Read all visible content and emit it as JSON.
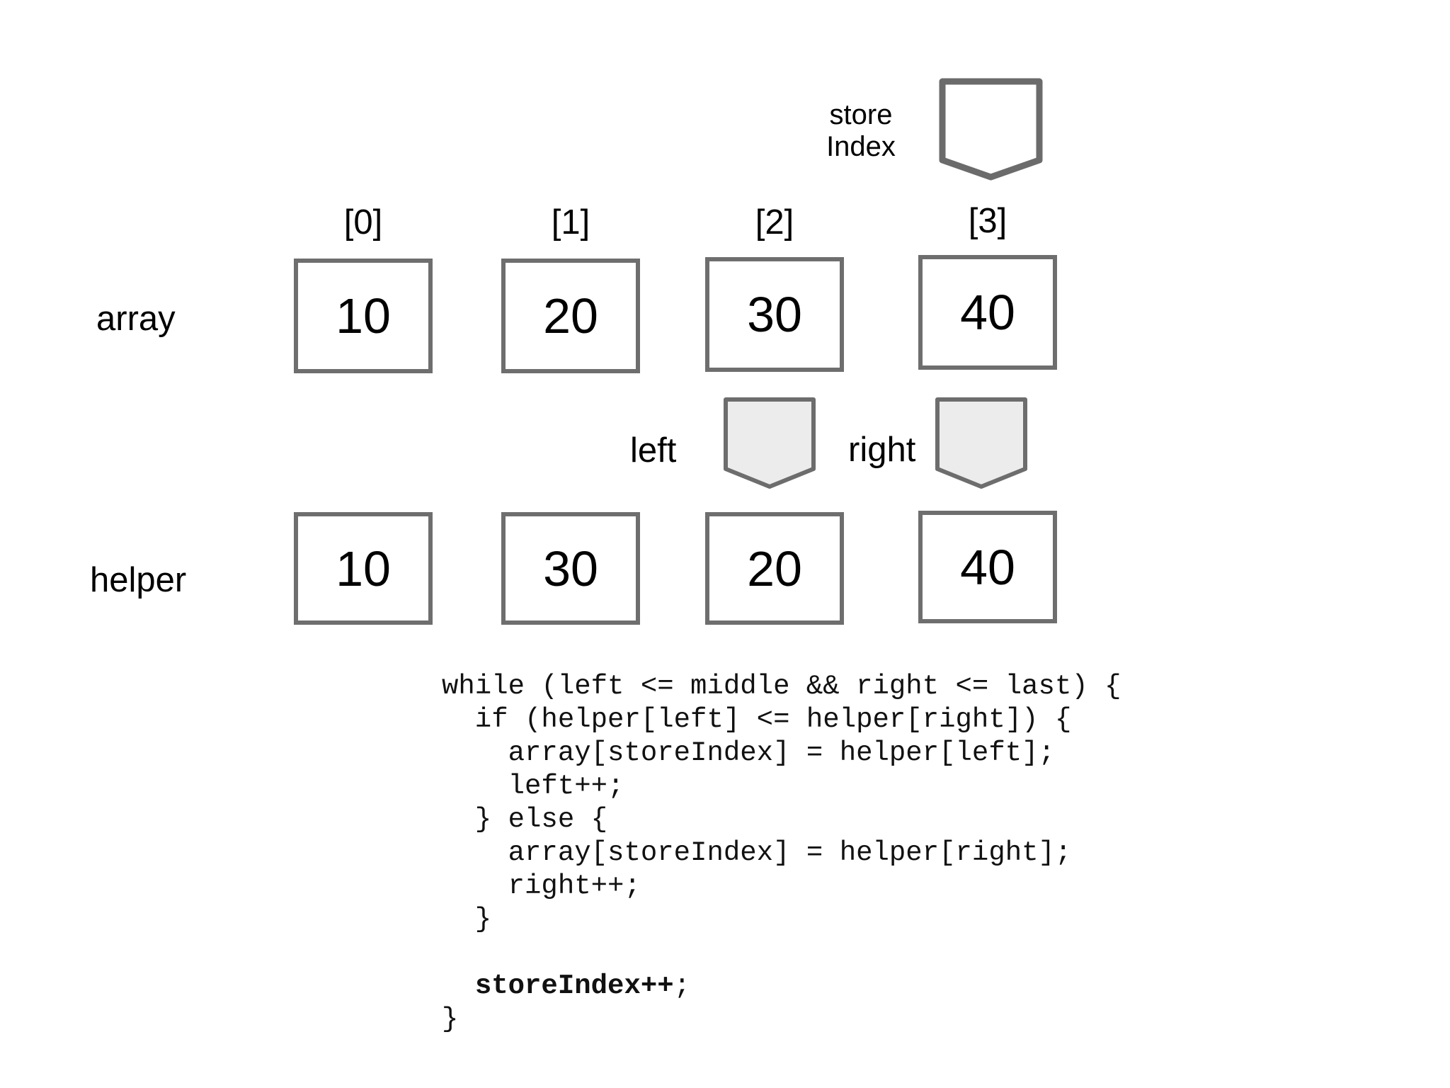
{
  "pointers": {
    "store_index": {
      "line1": "store",
      "line2": "Index"
    },
    "left_label": "left",
    "right_label": "right"
  },
  "index_labels": [
    "[0]",
    "[1]",
    "[2]",
    "[3]"
  ],
  "rows": {
    "array": {
      "label": "array",
      "values": [
        "10",
        "20",
        "30",
        "40"
      ]
    },
    "helper": {
      "label": "helper",
      "values": [
        "10",
        "30",
        "20",
        "40"
      ]
    }
  },
  "code": {
    "lines": [
      "while (left <= middle && right <= last) {",
      "  if (helper[left] <= helper[right]) {",
      "    array[storeIndex] = helper[left];",
      "    left++;",
      "  } else {",
      "    array[storeIndex] = helper[right];",
      "    right++;",
      "  }",
      ""
    ],
    "highlight": {
      "indent": "  ",
      "bold": "storeIndex++",
      "suffix": ";"
    },
    "closing_brace": "}"
  },
  "colors": {
    "background": "#ffffff",
    "box_border": "#6e6e6e",
    "store_pointer_stroke": "#6b6b6b",
    "store_pointer_fill": "#ffffff",
    "lr_pointer_stroke": "#6d6d6d",
    "lr_pointer_fill": "#ececec",
    "text": "#000000"
  }
}
